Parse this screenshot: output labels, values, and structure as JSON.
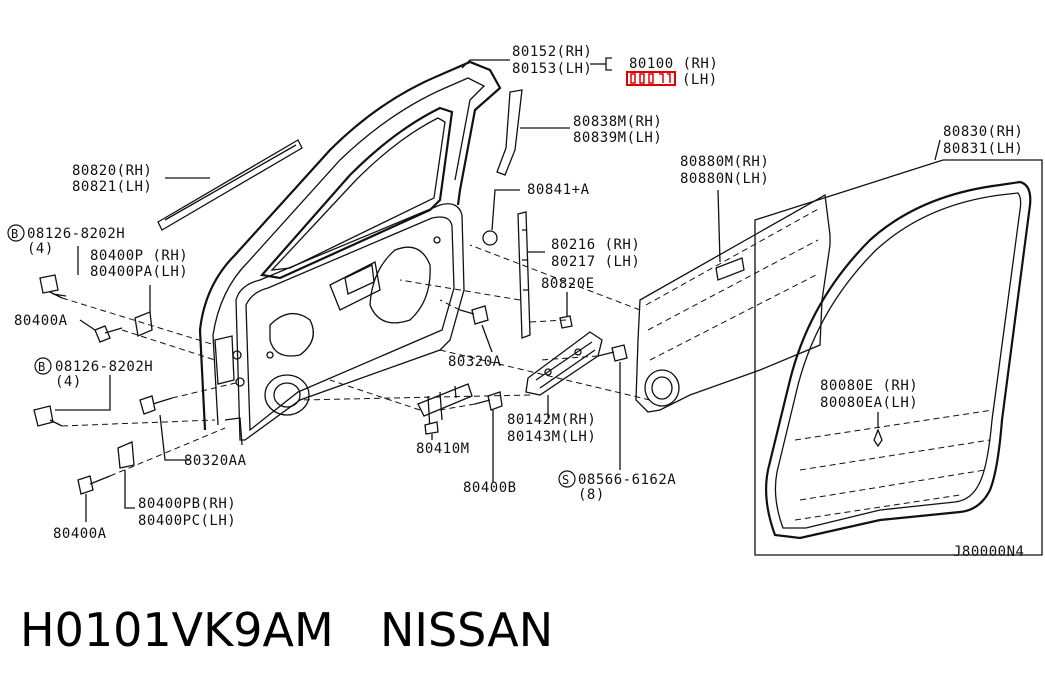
{
  "footer": {
    "part_number": "H0101VK9AM",
    "brand": "NISSAN"
  },
  "diagram_code": "J80000N4",
  "highlight_color": "#e00000",
  "callouts": {
    "c80152": "80152(RH)",
    "c80153": "80153(LH)",
    "c80100": "80100 (RH)",
    "c80101_lh": "(LH)",
    "c80838": "80838M(RH)",
    "c80839": "80839M(LH)",
    "c80830": "80830(RH)",
    "c80831": "80831(LH)",
    "c80820": "80820(RH)",
    "c80821": "80821(LH)",
    "c80841": "80841+A",
    "c80880m": "80880M(RH)",
    "c80880n": "80880N(LH)",
    "c08126a": "08126-8202H",
    "c08126a_qty": "(4)",
    "c80400p": "80400P (RH)",
    "c80400pa": "80400PA(LH)",
    "c80216": "80216 (RH)",
    "c80217": "80217 (LH)",
    "c80820e": "80820E",
    "c80400a_1": "80400A",
    "c08126b": "08126-8202H",
    "c08126b_qty": "(4)",
    "c80320a": "80320A",
    "c80142": "80142M(RH)",
    "c80143": "80143M(LH)",
    "c80080e": "80080E (RH)",
    "c80080ea": "80080EA(LH)",
    "c80410m": "80410M",
    "c80320aa": "80320AA",
    "c08566": "08566-6162A",
    "c08566_qty": "(8)",
    "c80400b": "80400B",
    "c80400pb": "80400PB(RH)",
    "c80400pc": "80400PC(LH)",
    "c80400a_2": "80400A"
  },
  "circle_marks": {
    "b1": "B",
    "b2": "B",
    "s1": "S"
  }
}
